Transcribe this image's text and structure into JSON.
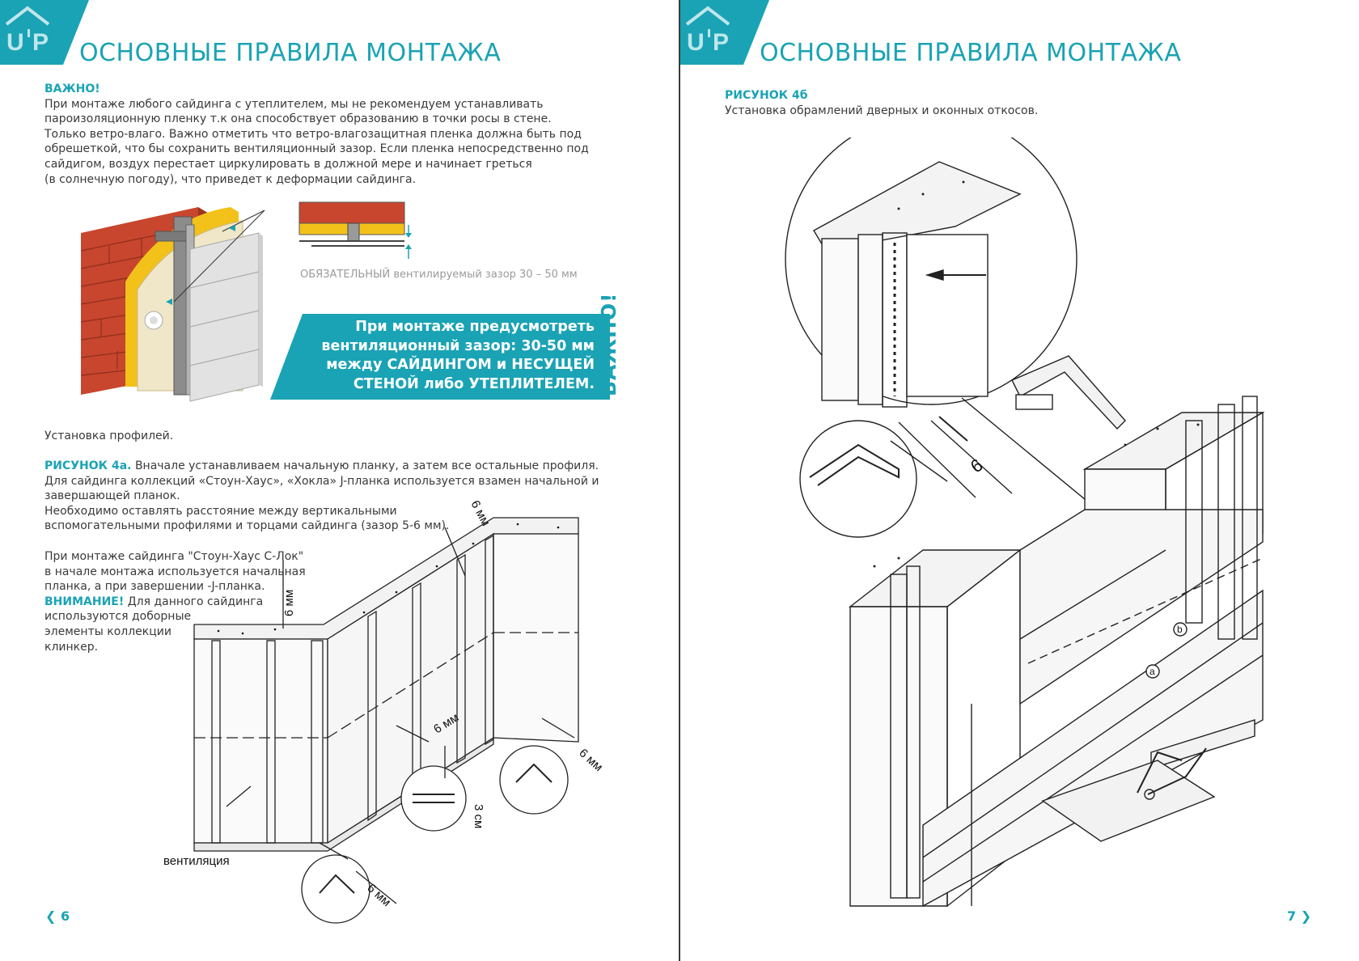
{
  "left_page": {
    "logo_text": "U'P",
    "title": "ОСНОВНЫЕ ПРАВИЛА МОНТАЖА",
    "important_heading": "ВАЖНО!",
    "important_lines": [
      "При монтаже любого сайдинга с утеплителем, мы не рекомендуем устанавливать",
      "пароизоляционную пленку т.к она способствует образованию в точки росы в стене.",
      "Только ветро-влаго. Важно отметить что ветро-влагозащитная пленка должна быть под",
      "обрешеткой, что бы сохранить вентиляционный зазор. Если пленка непосредственно под",
      "сайдигом, воздух перестает циркулировать в должной мере и начинает греться",
      "(в солнечную погоду), что приведет к деформации сайдинга."
    ],
    "gap_note_caps": "ОБЯЗАТЕЛЬНЫЙ",
    "gap_note_rest": "вентилируемый зазор 30 – 50 мм",
    "banner_lines": [
      "При монтаже предусмотреть",
      "вентиляционный зазор: 30-50 мм",
      "между САЙДИНГОМ и НЕСУЩЕЙ",
      "СТЕНОЙ либо УТЕПЛИТЕЛЕМ."
    ],
    "banner_vertical": "ВАЖНО!",
    "profiles_caption": "Установка профилей.",
    "figure_label": "РИСУНОК 4а.",
    "figure_lines": [
      " Вначале устанавливаем начальную планку, а затем все остальные профиля.",
      "Для сайдинга коллекций «Стоун-Хаус», «Хокла» J-планка используется взамен  начальной и",
      "завершающей планок.",
      "Необходимо оставлять расстояние между вертикальными",
      "вспомогательными профилями и торцами сайдинга (зазор 5-6 мм)."
    ],
    "stone_lines": [
      "При монтаже сайдинга \"Стоун-Хаус С-Лок\"",
      "в начале монтажа используется начальная",
      "планка, а при завершении -J-планка."
    ],
    "attention_label": "ВНИМАНИЕ!",
    "attention_lines": [
      " Для данного сайдинга",
      "используются доборные",
      "элементы коллекции",
      "клинкер."
    ],
    "dim_labels": [
      "6 мм",
      "6 мм",
      "6 мм",
      "3 см",
      "6 мм",
      "6 мм"
    ],
    "ventilation_label": "вентиляция",
    "page_number": "6"
  },
  "right_page": {
    "logo_text": "U'P",
    "title": "ОСНОВНЫЕ ПРАВИЛА МОНТАЖА",
    "figure_label": "РИСУНОК 4б",
    "figure_caption": "Установка обрамлений дверных и оконных откосов.",
    "dim_label": "6",
    "callout_a": "a",
    "callout_b": "b",
    "page_number": "7"
  },
  "colors": {
    "teal": "#1aa3b4",
    "brick": "#c8462e",
    "insulation": "#f2c21a",
    "text": "#3a3a3a"
  }
}
